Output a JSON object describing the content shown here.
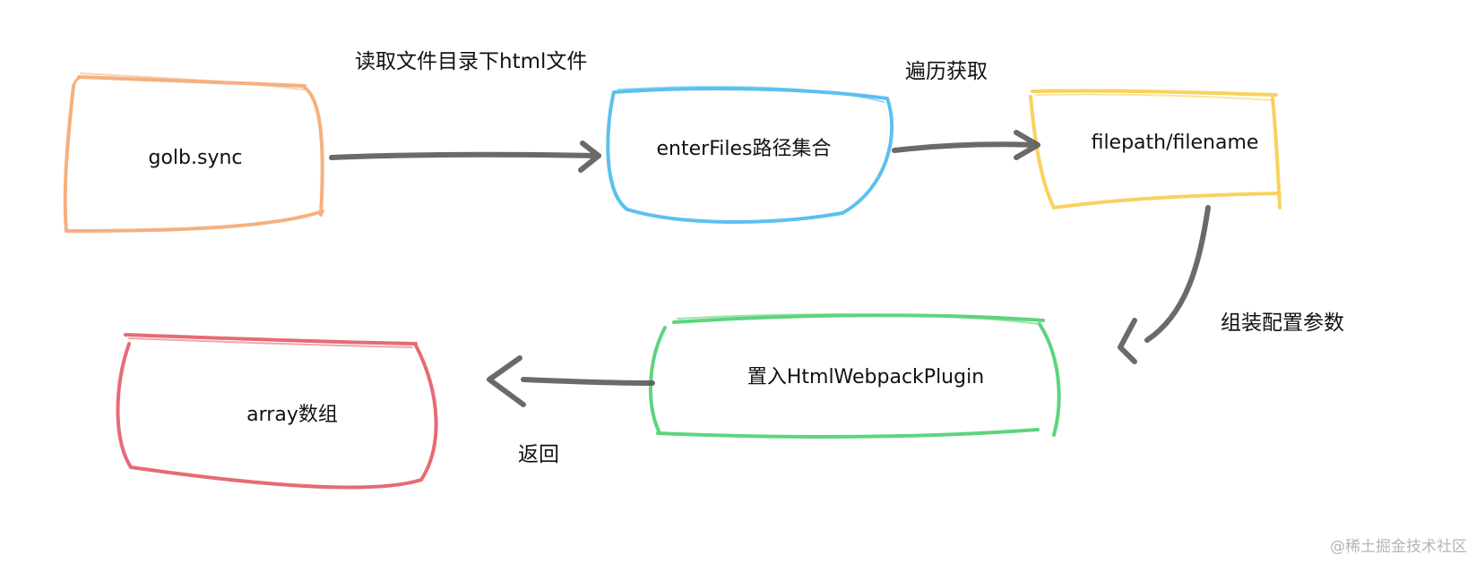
{
  "colors": {
    "glob": "#f4b07e",
    "enter": "#5cc0ee",
    "filepath": "#f7d35c",
    "plugin": "#5ed47c",
    "array": "#e56b75",
    "arrow": "#5a5a5a"
  },
  "nodes": {
    "glob": "golb.sync",
    "enter": "enterFiles路径集合",
    "filepath": "filepath/filename",
    "plugin": "置入HtmlWebpackPlugin",
    "array": "array数组"
  },
  "edges": {
    "read_html": "读取文件目录下html文件",
    "traverse": "遍历获取",
    "assemble": "组装配置参数",
    "return": "返回"
  },
  "watermark": "@稀土掘金技术社区"
}
